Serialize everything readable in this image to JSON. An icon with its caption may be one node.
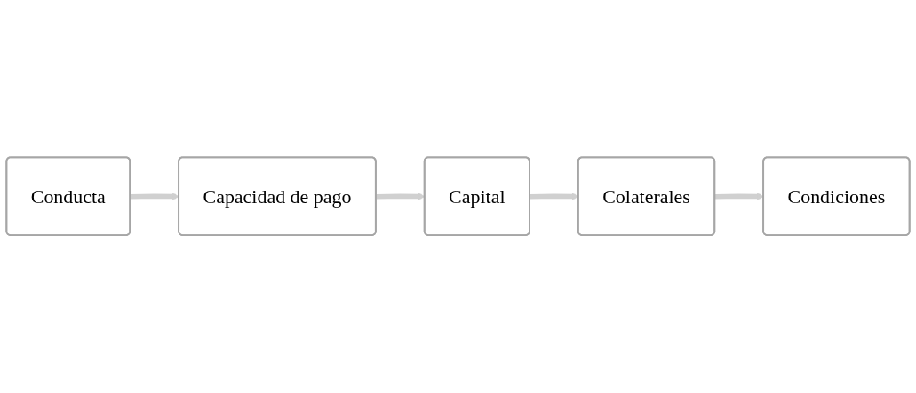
{
  "diagram": {
    "nodes": [
      {
        "text": [
          "Conducta"
        ]
      },
      {
        "text": [
          "Capacidad de pago"
        ]
      },
      {
        "text": [
          "Capital"
        ]
      },
      {
        "text": [
          "Colaterales"
        ]
      },
      {
        "text": [
          "Condiciones"
        ]
      }
    ],
    "edges": [
      {
        "from": 0,
        "to": 1,
        "arrow": "to"
      },
      {
        "from": 1,
        "to": 2,
        "arrow": "to"
      },
      {
        "from": 2,
        "to": 3,
        "arrow": "to"
      },
      {
        "from": 3,
        "to": 4,
        "arrow": "to"
      }
    ]
  }
}
